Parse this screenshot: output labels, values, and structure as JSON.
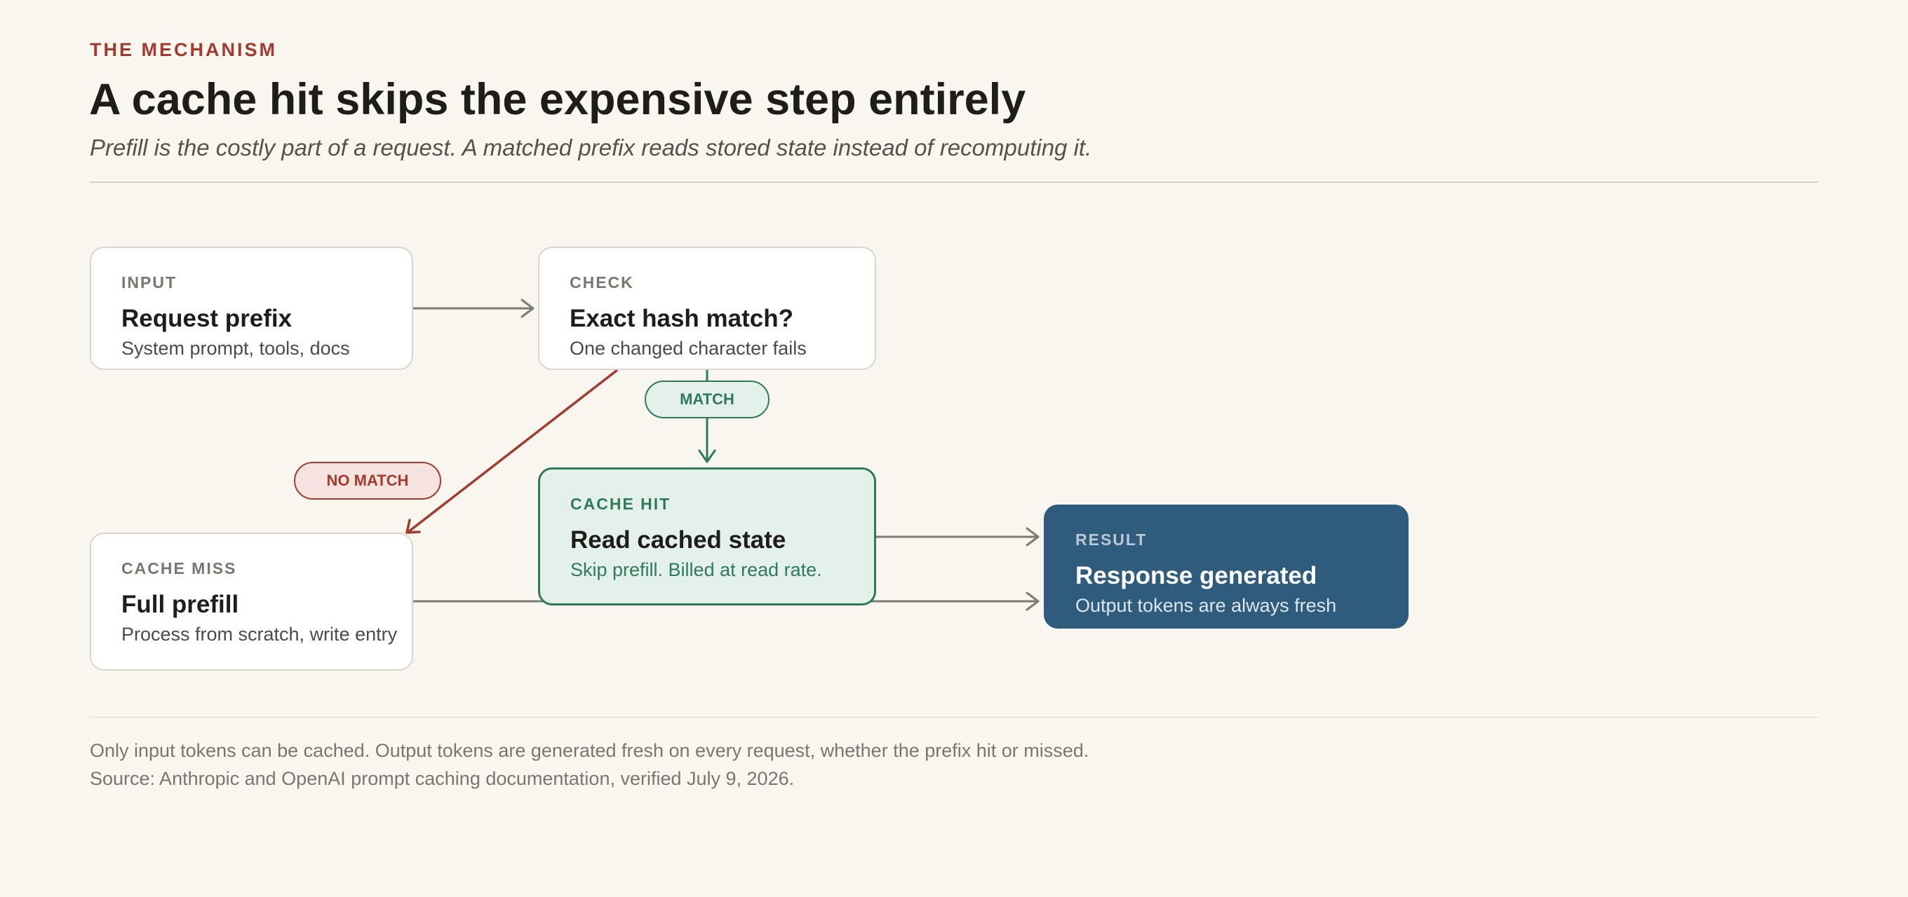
{
  "header": {
    "eyebrow": "THE MECHANISM",
    "title": "A cache hit skips the expensive step entirely",
    "subtitle": "Prefill is the costly part of a request. A matched prefix reads stored state instead of recomputing it."
  },
  "nodes": {
    "input": {
      "kicker": "INPUT",
      "heading": "Request prefix",
      "desc": "System prompt, tools, docs"
    },
    "check": {
      "kicker": "CHECK",
      "heading": "Exact hash match?",
      "desc": "One changed character fails"
    },
    "cache_hit": {
      "kicker": "CACHE HIT",
      "heading": "Read cached state",
      "desc": "Skip prefill. Billed at read rate."
    },
    "cache_miss": {
      "kicker": "CACHE MISS",
      "heading": "Full prefill",
      "desc": "Process from scratch, write entry"
    },
    "result": {
      "kicker": "RESULT",
      "heading": "Response generated",
      "desc": "Output tokens are always fresh"
    }
  },
  "edges": {
    "match_label": "MATCH",
    "no_match_label": "NO MATCH"
  },
  "footnotes": {
    "note": "Only input tokens can be cached. Output tokens are generated fresh on every request, whether the prefix hit or missed.",
    "source": "Source: Anthropic and OpenAI prompt caching documentation, verified July 9, 2026."
  },
  "colors": {
    "background": "#f9f6f0",
    "accent_red": "#a33a2e",
    "accent_green": "#2f7a5c",
    "result_blue": "#2f5b7c",
    "connector_gray": "#7d7a74"
  }
}
